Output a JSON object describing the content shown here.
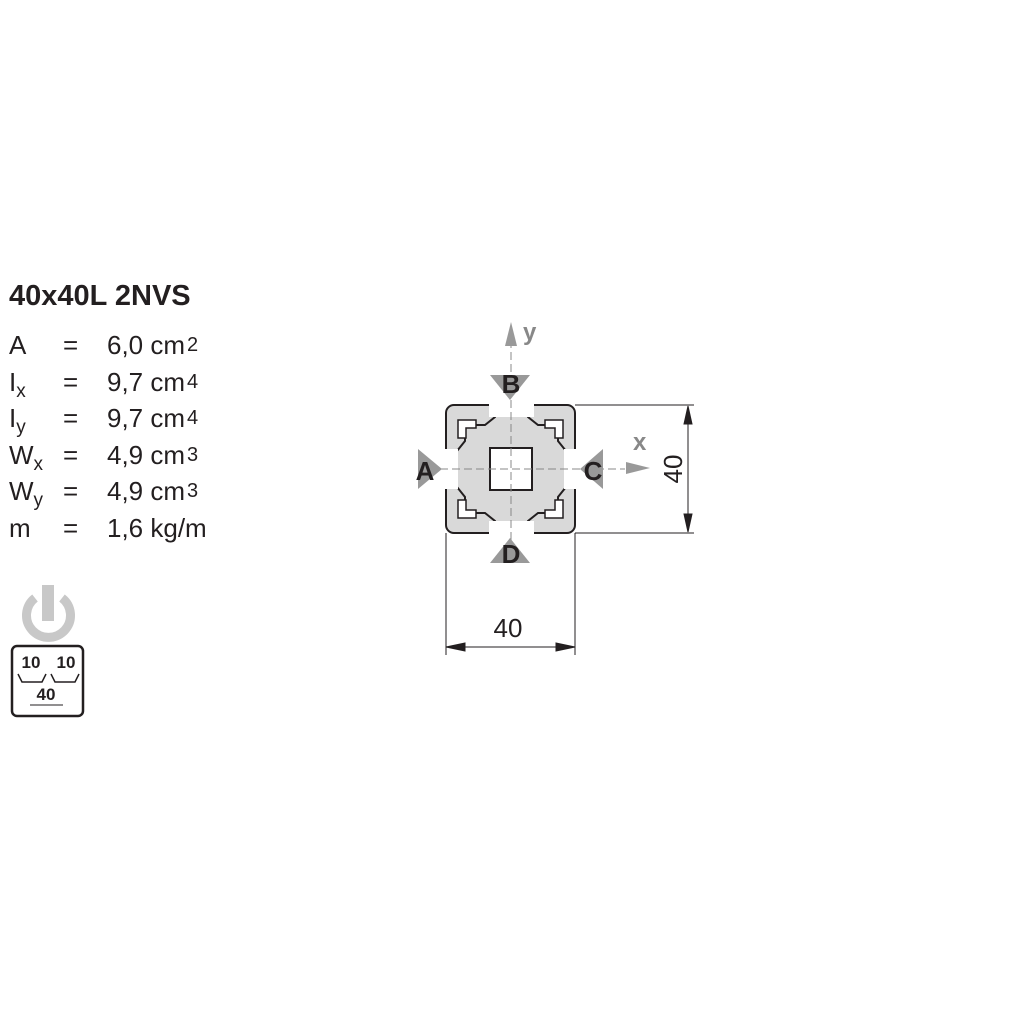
{
  "title": "40x40L 2NVS",
  "specs": [
    {
      "sym": "A",
      "sub": "",
      "eq": "=",
      "val": "6,0 cm",
      "exp": "2"
    },
    {
      "sym": "I",
      "sub": "x",
      "eq": "=",
      "val": "9,7 cm",
      "exp": "4"
    },
    {
      "sym": "I",
      "sub": "y",
      "eq": "=",
      "val": "9,7 cm",
      "exp": "4"
    },
    {
      "sym": "W",
      "sub": "x",
      "eq": "=",
      "val": "4,9 cm",
      "exp": "3"
    },
    {
      "sym": "W",
      "sub": "y",
      "eq": "=",
      "val": "4,9 cm",
      "exp": "3"
    },
    {
      "sym": "m",
      "sub": "",
      "eq": "=",
      "val": "1,6 kg/m",
      "exp": ""
    }
  ],
  "drawing": {
    "axis_y": "y",
    "axis_x": "x",
    "side_a": "A",
    "side_b": "B",
    "side_c": "C",
    "side_d": "D",
    "width_dim": "40",
    "height_dim": "40"
  },
  "groove_icon": {
    "left": "10",
    "right": "10",
    "spacing": "40"
  }
}
